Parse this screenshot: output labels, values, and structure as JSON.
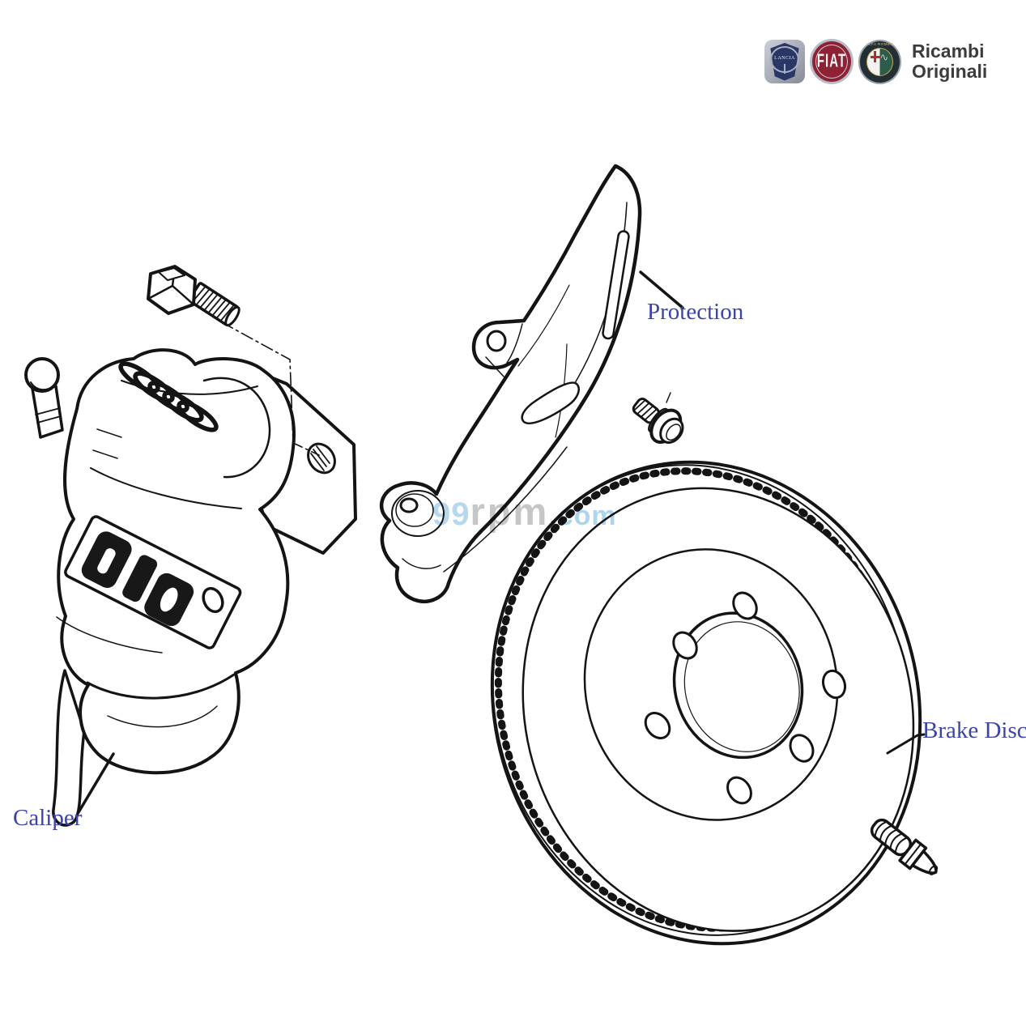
{
  "css_vars": {
    "--callout-color": "#3c45a5",
    "--brand-text": "#3c3c3c",
    "--wm-blue": "#aed4ea",
    "--wm-gray": "#c6c6c6",
    "--fiat-red": "#8e2134",
    "--lancia-navy": "#2a3766",
    "--alfa-green": "#2d5c4a",
    "--badge-silver": "#b8bcc6"
  },
  "branding": {
    "supplier_line1": "Ricambi",
    "supplier_line2": "Originali",
    "lancia_text": "LANCIA",
    "fiat_text": "FIAT",
    "alfa_text": "ALFA ROMEO"
  },
  "watermark": {
    "part1": "99",
    "part2": "rpm",
    "part3": ".com"
  },
  "callouts": {
    "protection": {
      "label": "Protection"
    },
    "brake_disc": {
      "label": "Brake Disc"
    },
    "caliper": {
      "label": "Caliper"
    }
  }
}
